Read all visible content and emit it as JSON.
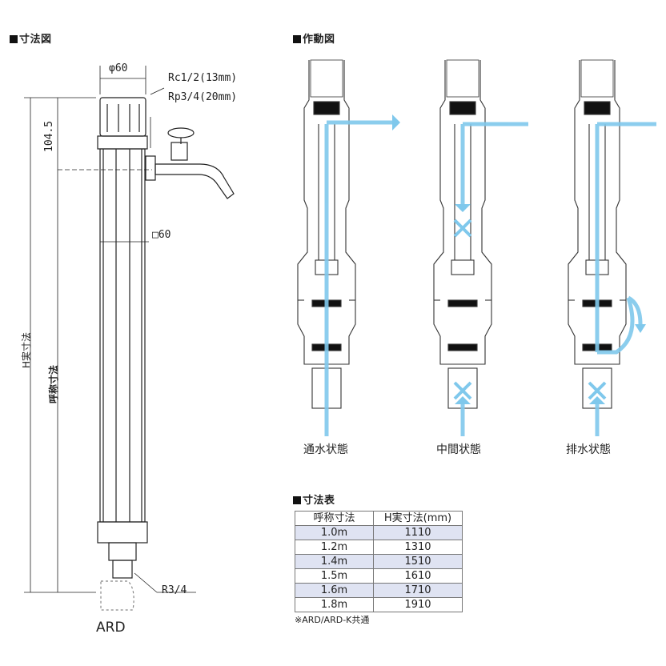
{
  "dimension_view": {
    "title": "寸法図",
    "label_diameter": "φ60",
    "label_thread_1": "Rc1/2(13mm)",
    "label_thread_2": "Rp3/4(20mm)",
    "label_height_offset": "104.5",
    "label_square": "□60",
    "label_h_actual": "H実寸法",
    "label_nominal": "呼称寸法",
    "label_bottom_thread": "R3/4",
    "model": "ARD"
  },
  "operation_view": {
    "title": "作動図",
    "states": [
      {
        "label": "通水状態"
      },
      {
        "label": "中間状態"
      },
      {
        "label": "排水状態"
      }
    ],
    "colors": {
      "flow": "#7fc8ec",
      "line": "#333333"
    }
  },
  "dimension_table": {
    "title": "寸法表",
    "headers": [
      "呼称寸法",
      "H実寸法(mm)"
    ],
    "rows": [
      [
        "1.0m",
        "1110"
      ],
      [
        "1.2m",
        "1310"
      ],
      [
        "1.4m",
        "1510"
      ],
      [
        "1.5m",
        "1610"
      ],
      [
        "1.6m",
        "1710"
      ],
      [
        "1.8m",
        "1910"
      ]
    ],
    "note": "※ARD/ARD-K共通"
  }
}
